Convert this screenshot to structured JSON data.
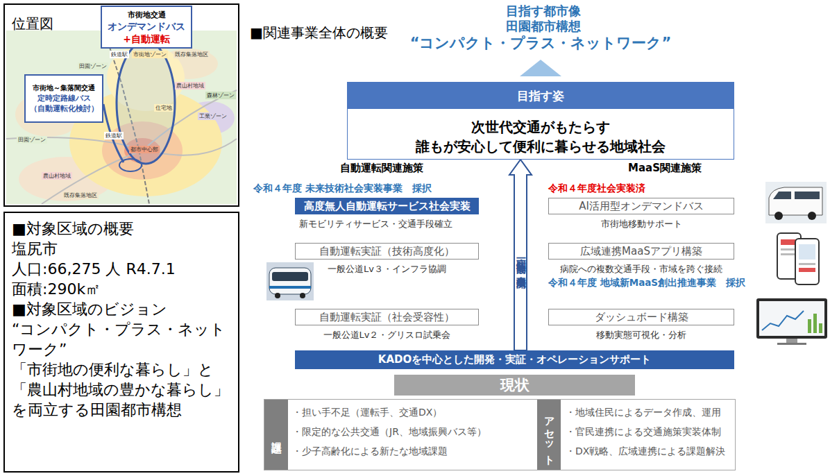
{
  "diagram": {
    "title": "■関連事業全体の概要",
    "nodes": [
      {
        "text": [
          "位置図"
        ]
      },
      {
        "text": [
          "市街地交通",
          "オンデマンドバス",
          "+自動運転"
        ],
        "in": 0
      },
      {
        "text": [
          "市街地～集落間交通",
          "定時定路線バス （自動運転化検討）"
        ],
        "in": 0
      },
      {
        "text": [
          "■対象区域の概要",
          "塩尻市",
          "人口:66,275 人 R4.7.1",
          "面積:290k㎡",
          "■対象区域のビジョン",
          "“コンパクト・プラス・ネットワーク”",
          "「市街地の便利な暮らし」と「農山村地域の豊かな暮らし」を両立する田園都市構想"
        ]
      },
      {
        "text": [
          "目指す姿",
          "次世代交通がもたらす 誰もが安心して便利に暮らせる地域社会"
        ]
      },
      {
        "text": [
          "高度無人自動運転サービス社会実装",
          "新モビリティサービス・交通手段確立"
        ]
      },
      {
        "text": [
          "自動運転実証（技術高度化）",
          "一般公道Lv３・インフラ協調"
        ]
      },
      {
        "text": [
          "自動運転実証（社会受容性）",
          "一般公道Lv２・グリスロ試乗会"
        ]
      },
      {
        "text": [
          "AI活用型オンデマンドバス",
          "市街地移動サポート"
        ]
      },
      {
        "text": [
          "広域連携MaaSアプリ構築",
          "病院への複数交通手段・市域を跨ぐ接続"
        ]
      },
      {
        "text": [
          "ダッシュボード構築",
          "移動実態可視化・分析"
        ]
      },
      {
        "text": [
          "KADOを中心とした開発・実証・オペレーションサポート"
        ]
      },
      {
        "text": [
          "現状"
        ]
      },
      {
        "text": [
          "・担い手不足（運転手、交通DX）",
          "・限定的な公共交通（JR、地域振興バス等）",
          "・少子高齢化による新たな地域課題",
          "・地域住民によるデータ作成、運用",
          "・官民連携による交通施策実装体制",
          "・DX戦略、広域連携による課題解決"
        ]
      },
      {
        "text": [
          "課題"
        ],
        "in": 13
      },
      {
        "text": [
          "アセット"
        ],
        "in": 13
      }
    ],
    "edges": [
      {
        "from": 11,
        "to": 4,
        "arrow": "to",
        "label": "同一体制・一体的な事業展開"
      }
    ],
    "labels": [
      "目指す都市像",
      "田園都市構想",
      "“コンパクト・プラス・ネットワーク”",
      "自動運転関連施策",
      "MaaS関連施策",
      "令和４年度 未来技術社会実装事業　採択",
      "令和４年度社会実装済",
      "令和４年度 地域新MaaS創出推進事業　採択",
      "市街地ゾーン",
      "鉄道駅",
      "田園ゾーン",
      "既存集落地区",
      "農山村地域",
      "森林ゾーン",
      "住宅地",
      "工業ゾーン",
      "鉄道駅",
      "都市中心部",
      "田園ゾーン",
      "農山村地域",
      "既存集落地区"
    ]
  }
}
